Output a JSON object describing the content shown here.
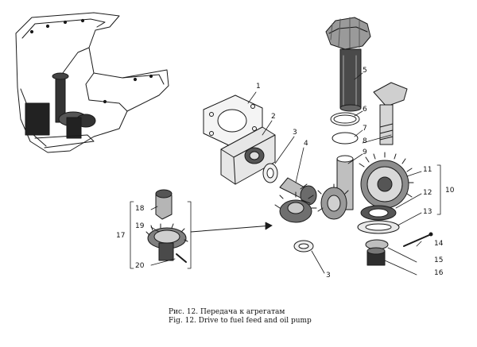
{
  "figure": {
    "caption_ru": "Рис. 12. Передача к агрегатам",
    "caption_en": "Fig. 12. Drive to fuel feed and oil pump"
  },
  "callouts": [
    "1",
    "2",
    "3",
    "4",
    "5",
    "6",
    "7",
    "8",
    "9",
    "10",
    "11",
    "12",
    "13",
    "14",
    "15",
    "16",
    "17",
    "18",
    "19",
    "20",
    "3"
  ],
  "line_color": "#1a1a1a"
}
